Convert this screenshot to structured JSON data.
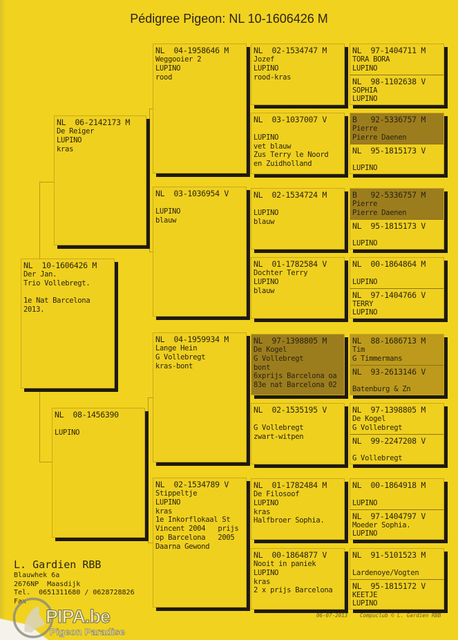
{
  "title": "Pédigree Pigeon: NL  10-1606426 M",
  "colors": {
    "paper": "#efd01f",
    "dark": "#9c7d1e",
    "medium": "#bd9a1c",
    "shadow": "#1e1a10"
  },
  "pigeons": {
    "subject": {
      "cells": [
        {
          "ring": "NL  10-1606426 M",
          "lines": [
            "Der Jan.",
            "Trio Vollebregt.",
            "",
            "1e Nat Barcelona",
            "2013."
          ]
        }
      ]
    },
    "sire": {
      "cells": [
        {
          "ring": "NL  06-2142173 M",
          "lines": [
            "De Reiger",
            "LUPINO",
            "kras"
          ]
        }
      ]
    },
    "dam": {
      "cells": [
        {
          "ring": "NL  08-1456390",
          "lines": [
            "",
            "LUPINO"
          ]
        }
      ]
    },
    "g2": [
      {
        "cells": [
          {
            "ring": "NL  04-1958646 M",
            "lines": [
              "Weggooier 2",
              "LUPINO",
              "rood"
            ]
          }
        ]
      },
      {
        "cells": [
          {
            "ring": "NL  03-1036954 V",
            "lines": [
              "",
              "LUPINO",
              "blauw"
            ]
          }
        ]
      },
      {
        "cells": [
          {
            "ring": "NL  04-1959934 M",
            "lines": [
              "Lange Hein",
              "G Vollebregt",
              "kras-bont"
            ]
          }
        ]
      },
      {
        "cells": [
          {
            "ring": "NL  02-1534789 V",
            "lines": [
              "Stippeltje",
              "LUPINO",
              "kras",
              "1e Inkorflokaal St",
              "Vincent 2004   prijs",
              "op Barcelona   2005",
              "Daarna Gewond"
            ]
          }
        ]
      }
    ],
    "g3": [
      {
        "cells": [
          {
            "ring": "NL  02-1534747 M",
            "lines": [
              "Jozef",
              "LUPINO",
              "rood-kras"
            ]
          }
        ]
      },
      {
        "cells": [
          {
            "ring": "NL  03-1037007 V",
            "lines": [
              "",
              "LUPINO",
              "vet blauw",
              "Zus Terry le Noord",
              "en Zuidholland"
            ]
          }
        ]
      },
      {
        "cells": [
          {
            "ring": "NL  02-1534724 M",
            "lines": [
              "",
              "LUPINO",
              "blauw"
            ]
          }
        ]
      },
      {
        "cells": [
          {
            "ring": "NL  01-1782584 V",
            "lines": [
              "Dochter Terry",
              "LUPINO",
              "blauw"
            ]
          }
        ]
      },
      {
        "cells": [
          {
            "ring": "NL  97-1398805 M",
            "lines": [
              "De Kogel",
              "G Vollebregt",
              "bont",
              "6xprijs Barcelona oa",
              "83e nat Barcelona 02"
            ],
            "shade": "dark"
          }
        ]
      },
      {
        "cells": [
          {
            "ring": "NL  02-1535195 V",
            "lines": [
              "",
              "G Vollebregt",
              "zwart-witpen"
            ]
          }
        ]
      },
      {
        "cells": [
          {
            "ring": "NL  01-1782484 M",
            "lines": [
              "De Filosoof",
              "LUPINO",
              "kras",
              "Halfbroer Sophia."
            ]
          }
        ]
      },
      {
        "cells": [
          {
            "ring": "NL  00-1864877 V",
            "lines": [
              "Nooit in paniek",
              "LUPINO",
              "kras",
              "2 x prijs Barcelona"
            ]
          }
        ]
      }
    ],
    "g4": [
      {
        "cells": [
          {
            "ring": "NL  97-1404711 M",
            "lines": [
              "TORA BORA",
              "LUPINO"
            ]
          },
          {
            "ring": "NL  98-1102638 V",
            "lines": [
              "SOPHIA",
              "LUPINO"
            ]
          }
        ]
      },
      {
        "cells": [
          {
            "ring": "B   92-5336757 M",
            "lines": [
              "Pierre",
              "Pierre Daenen"
            ],
            "shade": "dark"
          },
          {
            "ring": "NL  95-1815173 V",
            "lines": [
              "",
              "LUPINO"
            ]
          }
        ]
      },
      {
        "cells": [
          {
            "ring": "B   92-5336757 M",
            "lines": [
              "Pierre",
              "Pierre Daenen"
            ],
            "shade": "dark"
          },
          {
            "ring": "NL  95-1815173 V",
            "lines": [
              "",
              "LUPINO"
            ]
          }
        ]
      },
      {
        "cells": [
          {
            "ring": "NL  00-1864864 M",
            "lines": [
              "",
              "LUPINO"
            ]
          },
          {
            "ring": "NL  97-1404766 V",
            "lines": [
              "TERRY",
              "LUPINO"
            ]
          }
        ]
      },
      {
        "cells": [
          {
            "ring": "NL  88-1686713 M",
            "lines": [
              "Tim",
              "G Timmermans"
            ],
            "shade": "medium"
          },
          {
            "ring": "NL  93-2613146 V",
            "lines": [
              "",
              "Batenburg & Zn"
            ],
            "shade": "medium"
          }
        ]
      },
      {
        "cells": [
          {
            "ring": "NL  97-1398805 M",
            "lines": [
              "De Kogel",
              "G Vollebregt"
            ]
          },
          {
            "ring": "NL  99-2247208 V",
            "lines": [
              "",
              "G Vollebregt"
            ]
          }
        ]
      },
      {
        "cells": [
          {
            "ring": "NL  00-1864918 M",
            "lines": [
              "",
              "LUPINO"
            ]
          },
          {
            "ring": "NL  97-1404797 V",
            "lines": [
              "Moeder Sophia.",
              "LUPINO"
            ]
          }
        ]
      },
      {
        "cells": [
          {
            "ring": "NL  91-5101523 M",
            "lines": [
              "",
              "Lardenoye/Vogten"
            ]
          },
          {
            "ring": "NL  95-1815172 V",
            "lines": [
              "KEETJE",
              "LUPINO"
            ]
          }
        ]
      }
    ]
  },
  "footer": {
    "name": "L. Gardien RBB",
    "address": "Blauwhek 6a\n2676NP  Maasdijk\nTel.  0651311680 / 0628728826\nFax",
    "date": "06-07-2013",
    "credit": "Compuclub © L. Gardien RBB"
  },
  "watermark": {
    "text": "PIPA.be",
    "subtitle": "Pigeon Paradise"
  }
}
